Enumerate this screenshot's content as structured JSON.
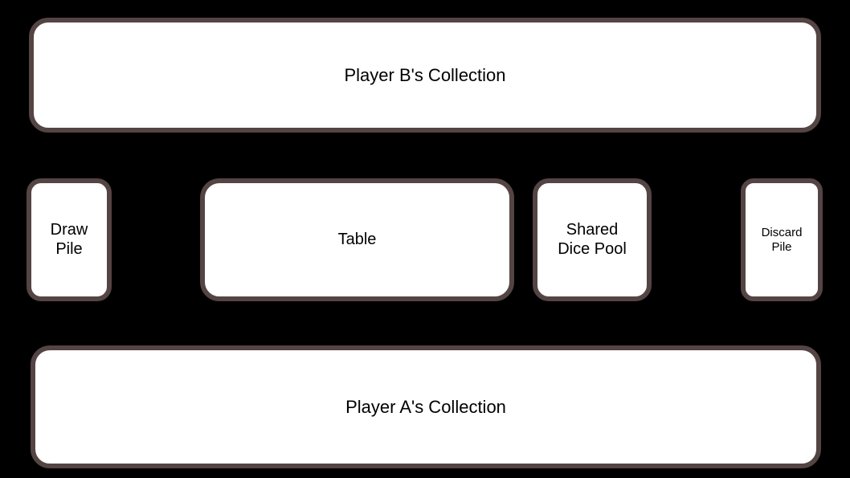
{
  "board": {
    "background_color": "#000000",
    "zone_fill_color": "#ffffff",
    "zone_border_color": "#544444",
    "label_color": "#000000",
    "zones": [
      {
        "id": "player-b-collection",
        "label": "Player B's Collection",
        "role": "opponent-collection"
      },
      {
        "id": "draw-pile",
        "label": "Draw\nPile",
        "role": "deck"
      },
      {
        "id": "table",
        "label": "Table",
        "role": "play-area"
      },
      {
        "id": "shared-dice-pool",
        "label": "Shared\nDice Pool",
        "role": "dice-pool"
      },
      {
        "id": "discard-pile",
        "label": "Discard\nPile",
        "role": "discard"
      },
      {
        "id": "player-a-collection",
        "label": "Player A's Collection",
        "role": "player-collection"
      }
    ]
  }
}
